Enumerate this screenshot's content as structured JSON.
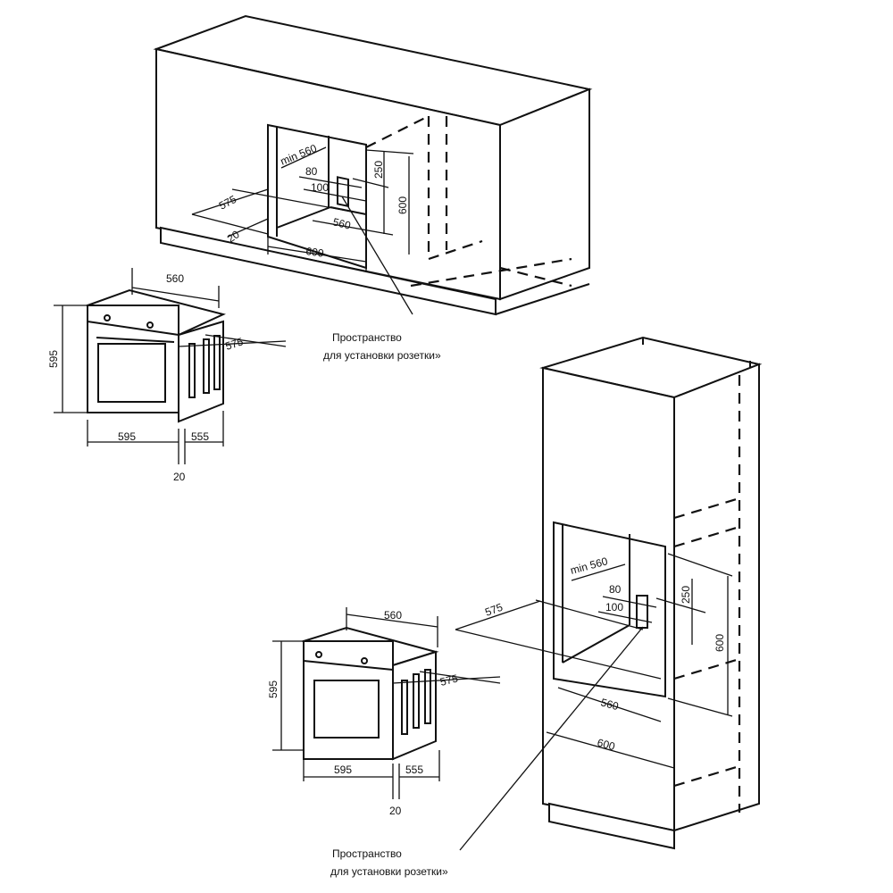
{
  "top_installation": {
    "dims": {
      "min_width": "min 560",
      "socket_offset_top": "80",
      "socket_offset": "100",
      "socket_height": "250",
      "niche_height": "600",
      "depth": "575",
      "gap": "20",
      "inner_width": "560",
      "outer_width": "600"
    },
    "caption": [
      "Пространство",
      "для установки розетки»"
    ]
  },
  "oven_top": {
    "width_top": "560",
    "height": "595",
    "depth": "575",
    "width_front": "595",
    "body_depth": "555",
    "door": "20"
  },
  "tall_installation": {
    "dims": {
      "min_width": "min 560",
      "socket_offset_top": "80",
      "socket_offset": "100",
      "socket_height": "250",
      "niche_height": "600",
      "depth": "575",
      "inner_width": "560",
      "outer_width": "600"
    },
    "caption": [
      "Пространство",
      "для установки розетки»"
    ]
  },
  "oven_bottom": {
    "width_top": "560",
    "height": "595",
    "depth": "575",
    "width_front": "595",
    "body_depth": "555",
    "door": "20"
  }
}
